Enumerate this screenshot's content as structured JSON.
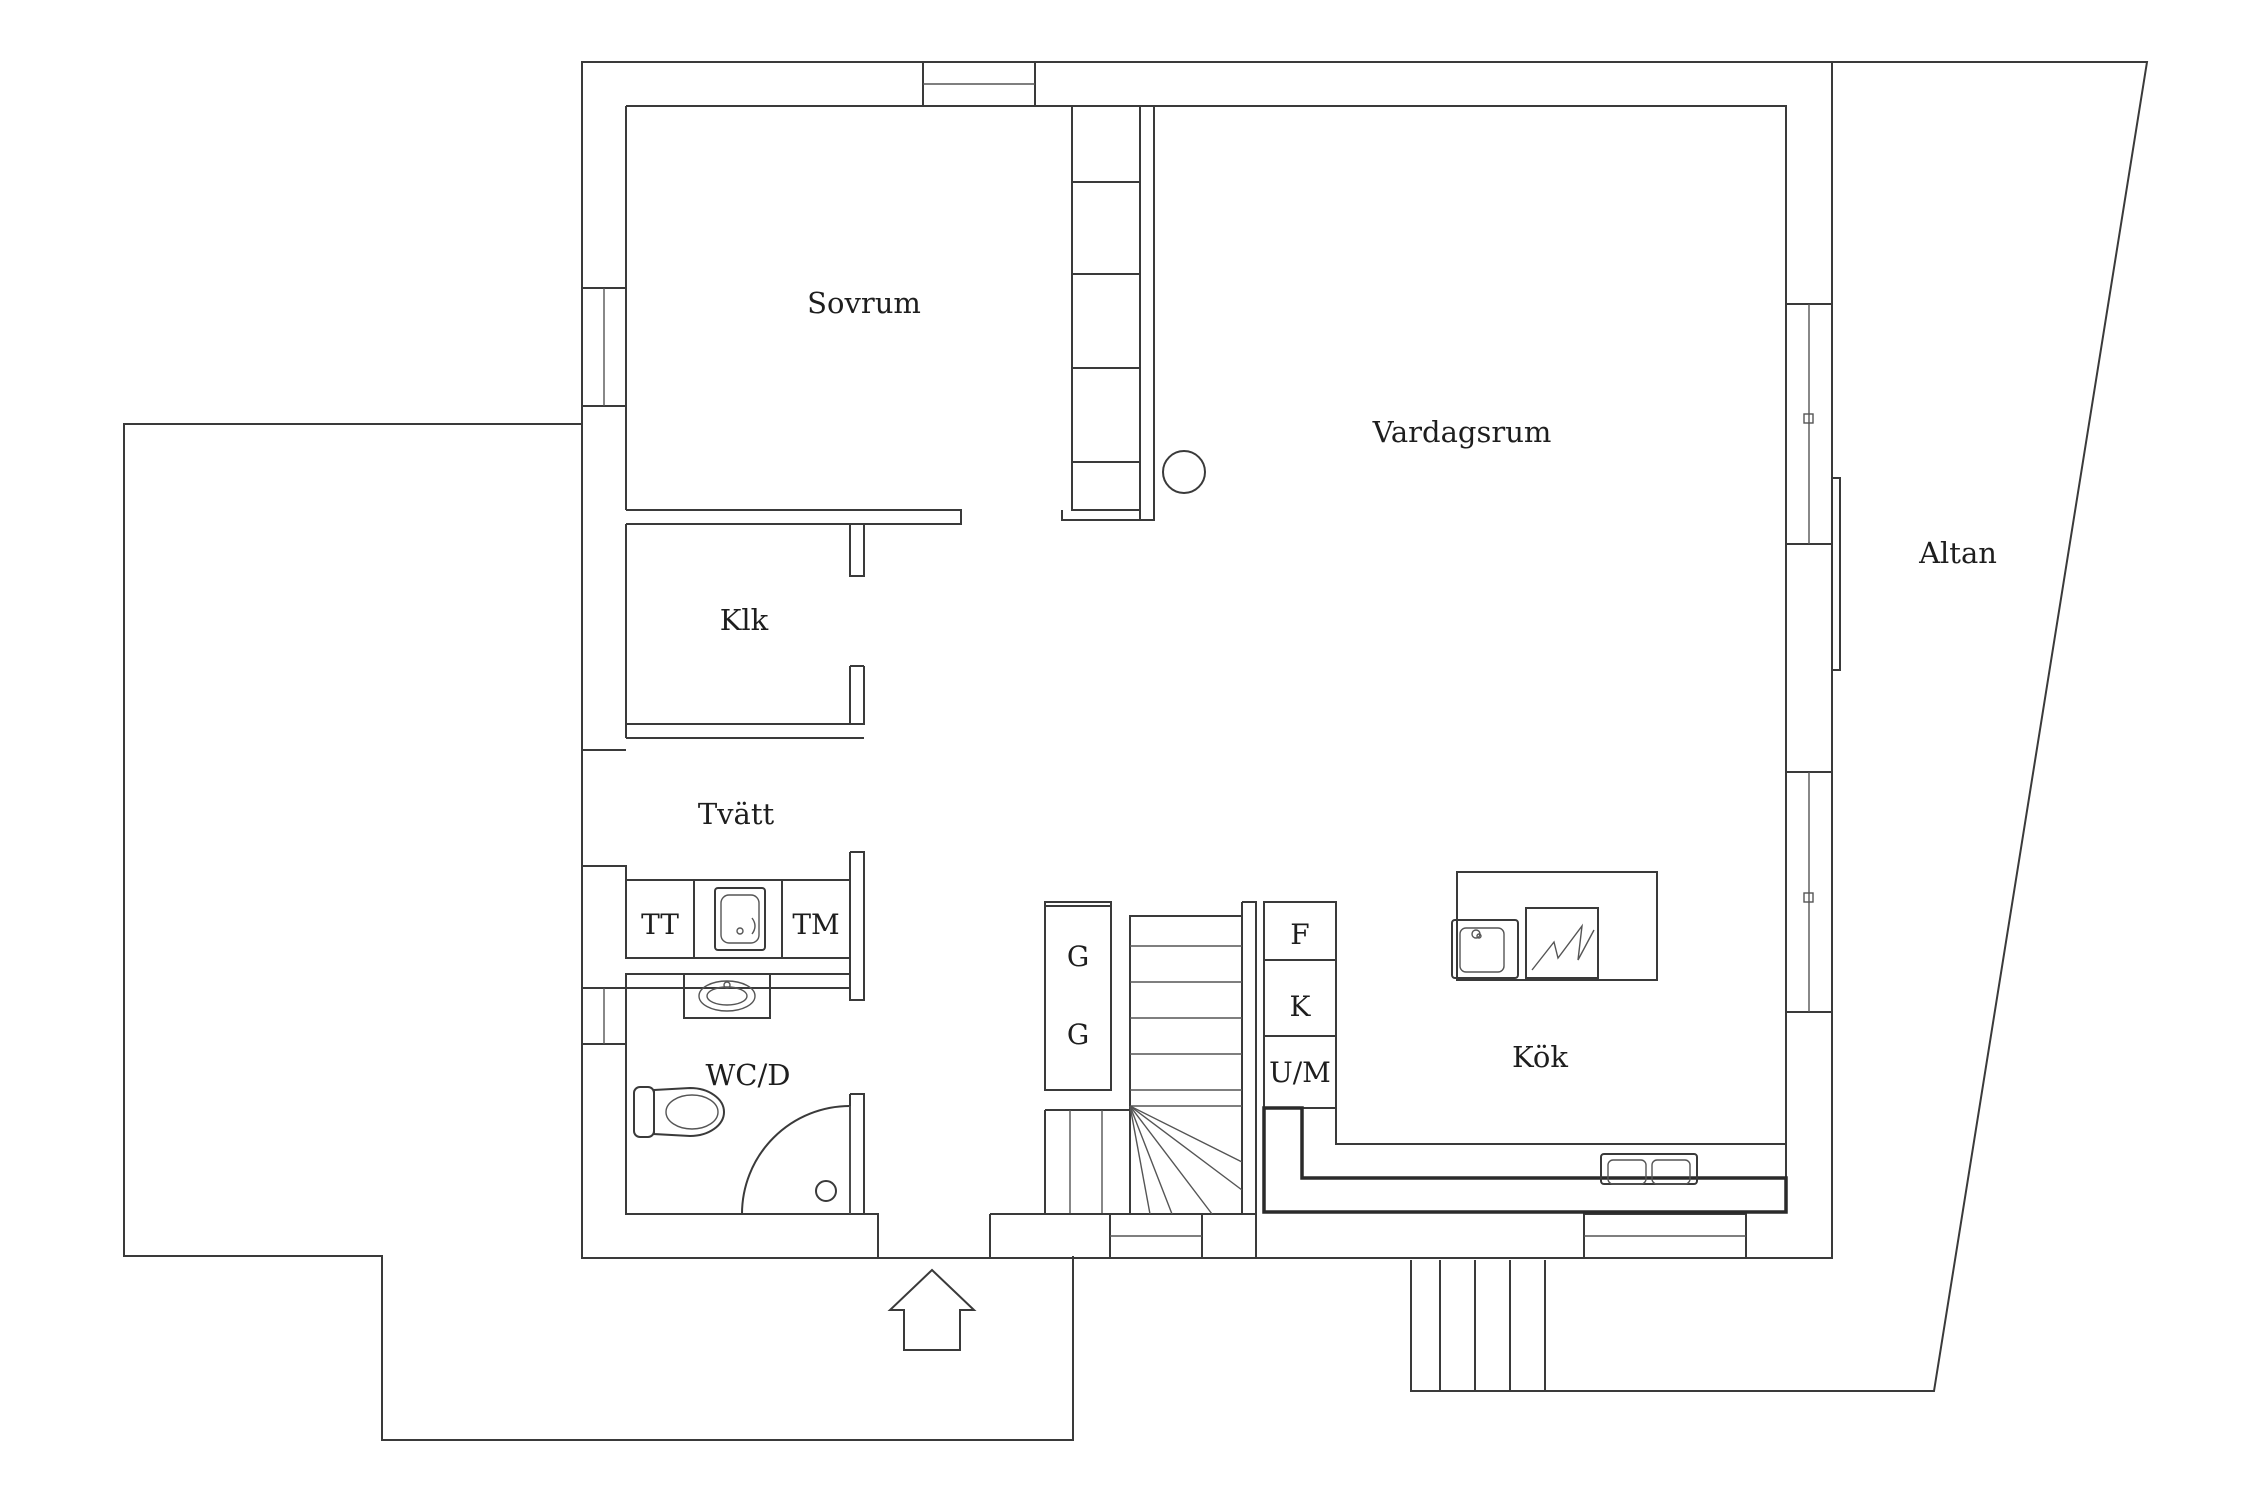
{
  "rooms": {
    "sovrum": "Sovrum",
    "vardagsrum": "Vardagsrum",
    "altan": "Altan",
    "klk": "Klk",
    "tvatt": "Tvätt",
    "wcd": "WC/D",
    "kok": "Kök"
  },
  "fixtures": {
    "tt": "TT",
    "tm": "TM",
    "g1": "G",
    "g2": "G",
    "f": "F",
    "k": "K",
    "um": "U/M"
  },
  "colors": {
    "line": "#3a3a3a",
    "background": "#ffffff",
    "text": "#1e1e1e"
  }
}
